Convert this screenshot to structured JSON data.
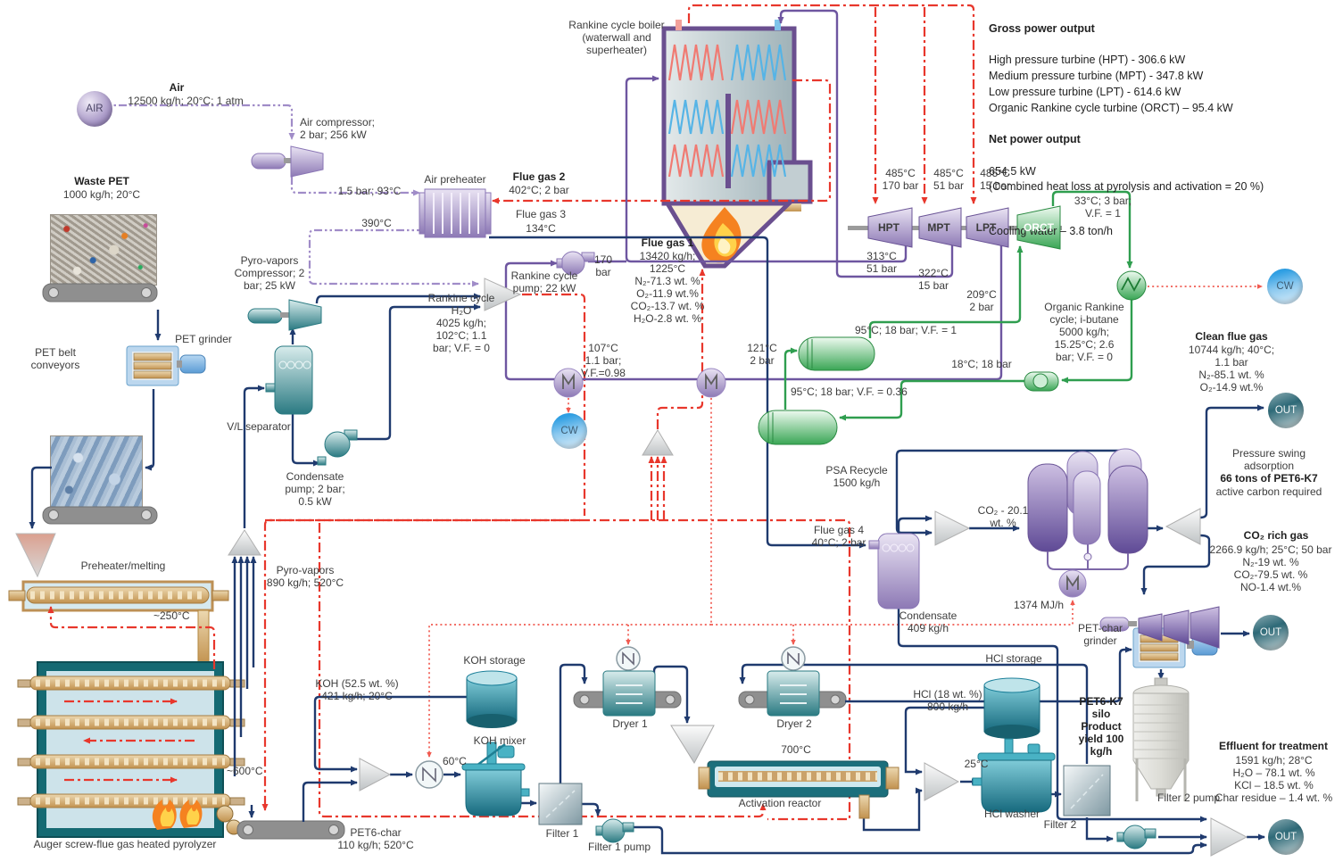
{
  "summary": {
    "gross_title": "Gross power output",
    "gross_lines": "High pressure turbine (HPT) - 306.6 kW\nMedium pressure turbine (MPT) - 347.8 kW\nLow pressure turbine (LPT) - 614.6 kW\nOrganic Rankine cycle turbine (ORCT) – 95.4 kW",
    "net_title": "Net power output",
    "net_lines": "654.5 kW\n(Combined heat loss at pyrolysis and activation = 20 %)",
    "cooling": "Cooling water – 3.8 ton/h"
  },
  "nodes": {
    "air": "AIR",
    "cw": "CW",
    "out": "OUT"
  },
  "streams": {
    "air_title": "Air",
    "air_spec": "12500 kg/h; 20°C; 1 atm",
    "comp_out": "1.5 bar; 93°C",
    "t390": "390°C",
    "flue_gas2": "Flue gas 2",
    "flue_gas2_spec": "402°C; 2 bar",
    "flue_gas3": "Flue gas 3",
    "flue_gas3_spec": "134°C",
    "bar170": "170\nbar",
    "flue_gas1_title": "Flue gas 1",
    "flue_gas1_spec": "13420 kg/h;\n1225°C\nN₂-71.3 wt. %\nO₂-11.9 wt.%\nCO₂-13.7 wt. %\nH₂O-2.8 wt. %",
    "rc_h2o": "Rankine cycle\nH₂O\n4025 kg/h;\n102°C; 1.1\nbar; V.F. = 0",
    "hpt_in": "485°C\n170 bar",
    "mpt_in": "485°C\n51 bar",
    "lpt_in": "485°C\n15 bar",
    "hpt_out": "313°C\n51 bar",
    "mpt_out": "322°C\n15 bar",
    "lpt_out": "209°C\n2 bar",
    "orct_out": "33°C; 3 bar;\nV.F. = 1",
    "orc_spec": "Organic Rankine\ncycle; i-butane\n5000 kg/h;\n15.25°C; 2.6\nbar; V.F. = 0",
    "evap1": "95°C; 18 bar; V.F. = 1",
    "evap2": "95°C; 18 bar; V.F. = 0.36",
    "orc_pump_out": "18°C; 18 bar",
    "cond1": "107°C\n1.1 bar;\nV.F.=0.98",
    "cond2": "121°C\n2 bar",
    "clean_title": "Clean flue gas",
    "clean_spec": "10744 kg/h; 40°C;\n1.1 bar\nN₂-85.1 wt. %\nO₂-14.9 wt.%",
    "psa_recycle": "PSA Recycle\n1500 kg/h",
    "flue_gas4": "Flue gas 4\n40°C; 2 bar",
    "condensate": "Condensate\n409 kg/h",
    "co2_20": "CO₂ - 20.1\nwt. %",
    "mj": "1374 MJ/h",
    "co2_rich_title": "CO₂ rich gas",
    "co2_rich_spec": "2266.9 kg/h; 25°C; 50 bar\nN₂-19 wt. %\nCO₂-79.5 wt. %\nNO-1.4 wt.%",
    "effluent_title": "Effluent for treatment",
    "effluent_spec": "1591 kg/h; 28°C\nH₂O – 78.1 wt. %\nKCl – 18.5 wt. %\nChar residue – 1.4 wt. %",
    "t25": "25°C",
    "hcl_spec": "HCl (18 wt. %)\n800 kg/h",
    "t700": "700°C",
    "koh_spec": "KOH (52.5 wt. %)\n421 kg/h; 20°C",
    "t60": "60°C",
    "pet6_char": "PET6-char\n110 kg/h; 520°C",
    "t600": "~600°C",
    "t250": "~250°C",
    "pyro_vapors": "Pyro-vapors\n890 kg/h; 520°C",
    "waste_pet_title": "Waste PET",
    "waste_pet_spec": "1000 kg/h; 20°C"
  },
  "equipment": {
    "air_compressor": "Air compressor;\n2 bar; 256 kW",
    "air_preheater": "Air preheater",
    "boiler": "Rankine cycle boiler\n(waterwall and\nsuperheater)",
    "rc_pump": "Rankine cycle\npump; 22 kW",
    "hpt": "HPT",
    "mpt": "MPT",
    "lpt": "LPT",
    "orct": "ORCT",
    "pv_compressor": "Pyro-vapors\nCompressor; 2\nbar; 25 kW",
    "vl_separator": "V/L separator",
    "cond_pump": "Condensate\npump; 2 bar;\n0.5 kW",
    "pet_belt": "PET belt\nconveyors",
    "pet_grinder": "PET grinder",
    "preheater_melting": "Preheater/melting",
    "pyrolyzer": "Auger screw-flue gas heated pyrolyzer",
    "koh_storage": "KOH storage",
    "koh_mixer": "KOH mixer",
    "filter1": "Filter 1",
    "filter1_pump": "Filter 1 pump",
    "dryer1": "Dryer 1",
    "dryer2": "Dryer 2",
    "act_reactor": "Activation reactor",
    "hcl_storage": "HCl storage",
    "hcl_washer": "HCl washer",
    "filter2": "Filter 2",
    "filter2_pump": "Filter 2 pump",
    "grinder2": "PET-char\ngrinder",
    "silo": "PET6-K7\nsilo\nProduct\nyield 100\nkg/h",
    "psa_l1": "Pressure swing\nadsorption",
    "psa_l2": "66 tons of PET6-K7",
    "psa_l3": "active carbon required"
  },
  "colors": {
    "steam": "#6e56a0",
    "flue_hot": "#e8372c",
    "flue_cool": "#1f3a6e",
    "orc": "#2f9e4f",
    "air": "#a08cc8",
    "cooling_water": "#f15a50"
  }
}
